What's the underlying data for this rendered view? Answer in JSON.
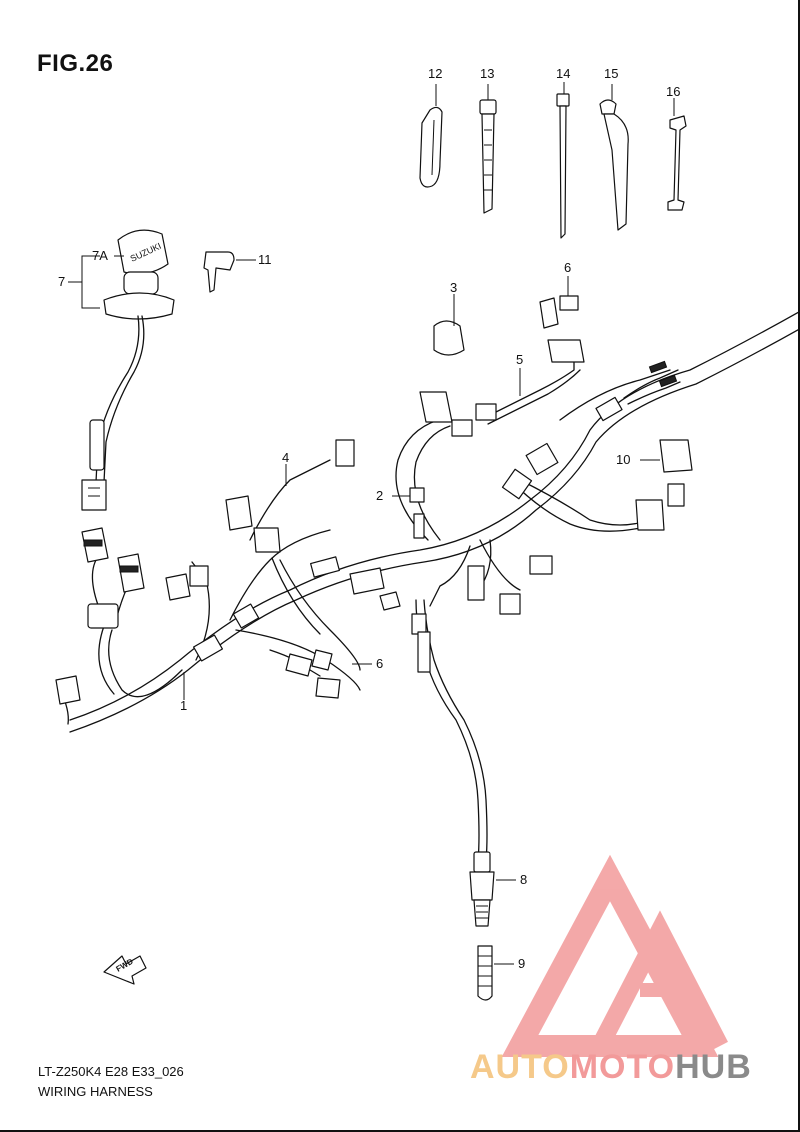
{
  "figure": {
    "title": "FIG.26"
  },
  "callouts": [
    {
      "label": "1"
    },
    {
      "label": "2"
    },
    {
      "label": "3"
    },
    {
      "label": "4"
    },
    {
      "label": "5"
    },
    {
      "label": "6"
    },
    {
      "label": "6"
    },
    {
      "label": "7"
    },
    {
      "label": "7A"
    },
    {
      "label": "8"
    },
    {
      "label": "9"
    },
    {
      "label": "10"
    },
    {
      "label": "11"
    },
    {
      "label": "12"
    },
    {
      "label": "13"
    },
    {
      "label": "14"
    },
    {
      "label": "15"
    },
    {
      "label": "16"
    }
  ],
  "fwd_arrow": {
    "text": "FWD"
  },
  "ignition_key": {
    "brand": "SUZUKI"
  },
  "footer": {
    "model_code": "LT-Z250K4 E28 E33_026",
    "title": "WIRING HARNESS"
  },
  "watermark": {
    "part1": "AUTO",
    "part2": "MOTO",
    "part3": "HUB",
    "colors": [
      "#f5c98a",
      "#f29a9a",
      "#8a8a8a"
    ]
  }
}
